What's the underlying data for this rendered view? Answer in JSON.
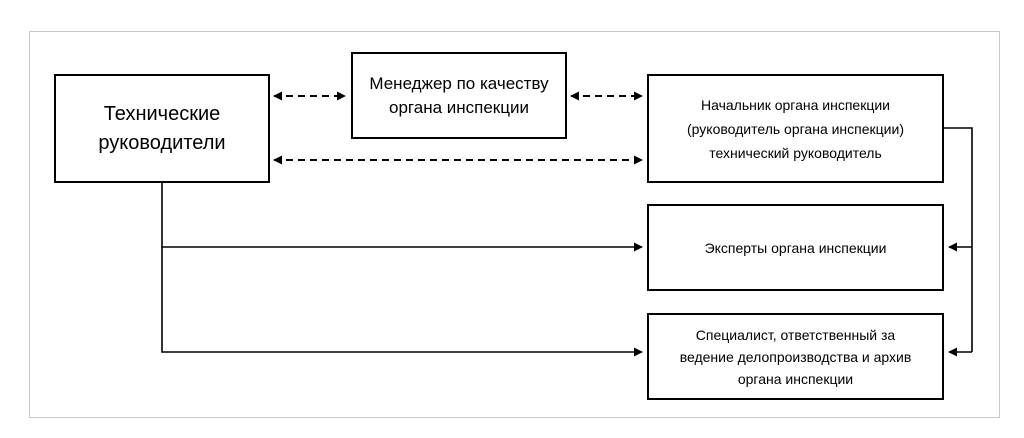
{
  "diagram": {
    "nodes": [
      {
        "id": "tech",
        "label": "Технические\nруководители"
      },
      {
        "id": "qm",
        "label": "Менеджер по качеству\nоргана инспекции"
      },
      {
        "id": "head",
        "label": "Начальник органа инспекции\n(руководитель органа инспекции)\nтехнический руководитель"
      },
      {
        "id": "experts",
        "label": "Эксперты органа инспекции"
      },
      {
        "id": "spec",
        "label": "Специалист, ответственный за\nведение делопроизводства и архив\nоргана инспекции"
      }
    ],
    "edges": [
      {
        "from": "tech",
        "to": "qm",
        "style": "dashed",
        "direction": "both"
      },
      {
        "from": "qm",
        "to": "head",
        "style": "dashed",
        "direction": "both"
      },
      {
        "from": "tech",
        "to": "head",
        "style": "dashed",
        "direction": "both"
      },
      {
        "from": "tech",
        "to": "experts",
        "style": "solid",
        "direction": "forward"
      },
      {
        "from": "tech",
        "to": "spec",
        "style": "solid",
        "direction": "forward"
      },
      {
        "from": "head",
        "to": "experts",
        "style": "solid",
        "direction": "forward"
      },
      {
        "from": "head",
        "to": "spec",
        "style": "solid",
        "direction": "forward"
      }
    ]
  }
}
